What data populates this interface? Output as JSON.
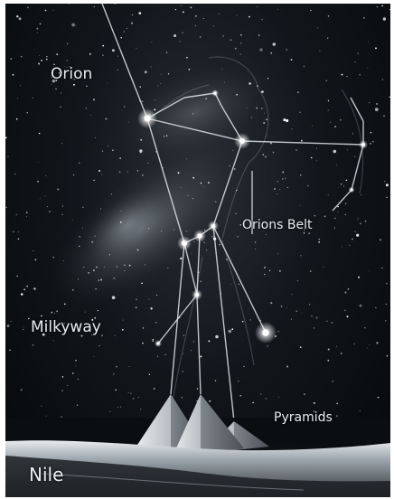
{
  "labels": {
    "orion": "Orion",
    "orions_belt": "Orions Belt",
    "milkyway": "Milkyway",
    "pyramids": "Pyramids",
    "nile": "Nile"
  },
  "colors": {
    "sky_dark": "#06080a",
    "sky_light": "#2a2f36",
    "milkyway_glow": "#8c96a0",
    "star": "#ffffff",
    "constellation_line": "#dfe3e6",
    "pyramid_light": "#d9dde0",
    "pyramid_shadow": "#5e656b",
    "water": "#cfd6db"
  }
}
